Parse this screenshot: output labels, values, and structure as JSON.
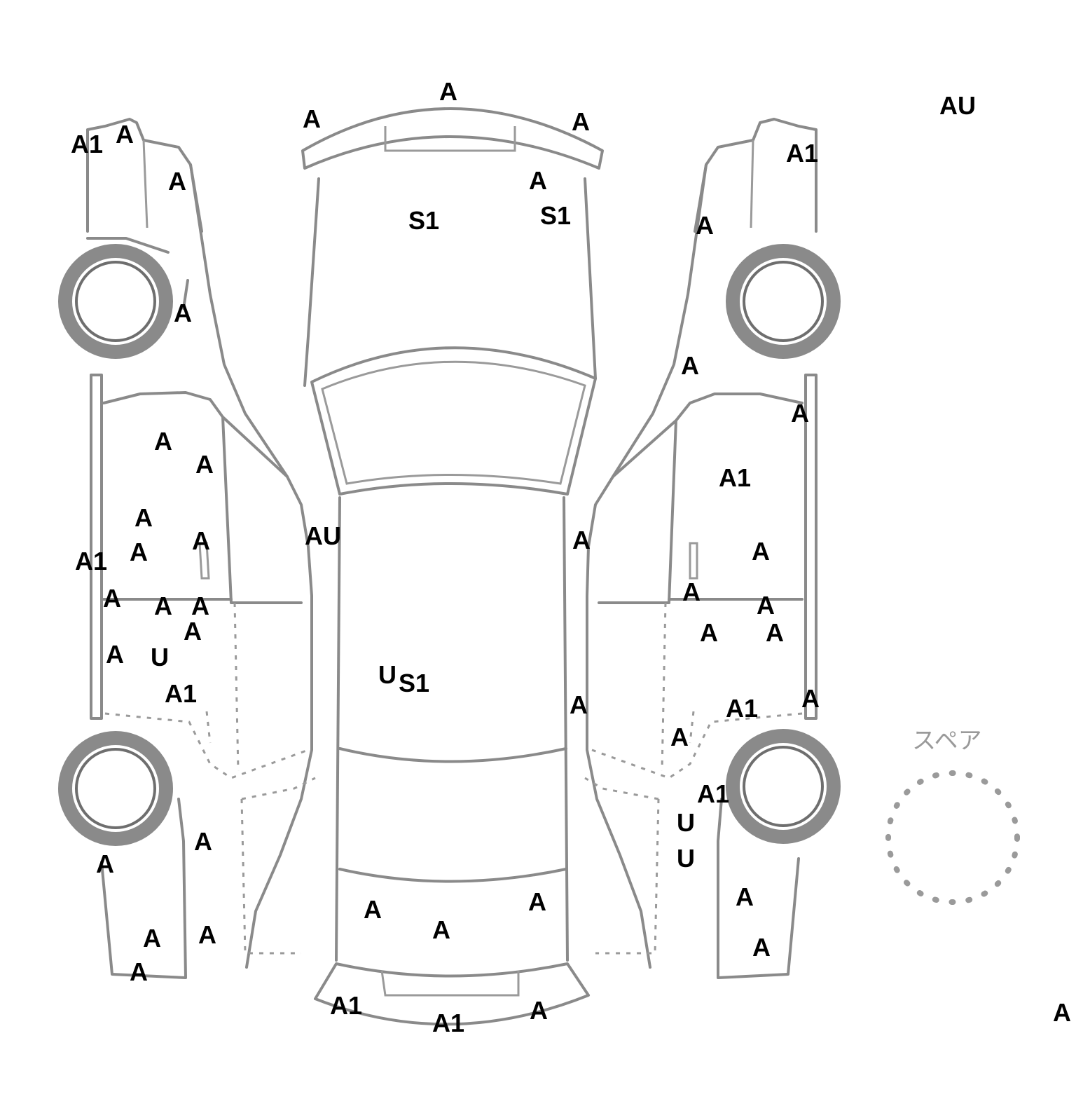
{
  "spare": {
    "label": "スペア"
  },
  "marks": [
    "A",
    "A",
    "A",
    "AU",
    "A1",
    "A",
    "A",
    "A1",
    "A",
    "A",
    "S1",
    "A",
    "S1",
    "A",
    "A",
    "A",
    "A",
    "A",
    "A",
    "A",
    "A",
    "A",
    "A1",
    "A1",
    "A",
    "A",
    "A",
    "A",
    "A",
    "AU",
    "A",
    "A",
    "A",
    "A",
    "A",
    "A",
    "U",
    "A1",
    "U",
    "S1",
    "A",
    "A",
    "A1",
    "A1",
    "A",
    "A",
    "A",
    "A",
    "A",
    "A1",
    "A",
    "A1",
    "U",
    "U",
    "A",
    "A",
    "A",
    "A",
    "A",
    "A",
    "A",
    "A",
    "A",
    "A1",
    "A1",
    "A",
    "A"
  ]
}
